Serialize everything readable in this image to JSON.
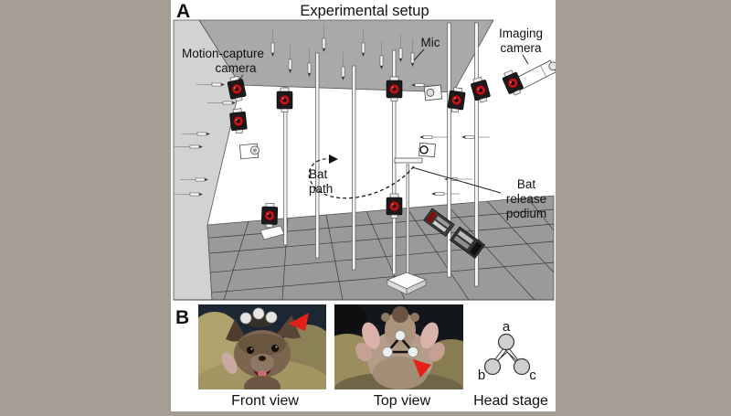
{
  "colors": {
    "page_background": "#a59c94",
    "figure_background": "#ffffff",
    "ceiling": "#a9a9a9",
    "left_wall": "#d2d2d2",
    "floor": "#9a9a9a",
    "camera_accent_red": "#c0181c",
    "arrowhead_red": "#e32119",
    "head_stage_node": "#cfcfcf"
  },
  "panel_a": {
    "label": "A",
    "title": "Experimental setup",
    "labels": {
      "motion_capture_line1": "Motion-capture",
      "motion_capture_line2": "camera",
      "mic": "Mic",
      "imaging_line1": "Imaging",
      "imaging_line2": "camera",
      "bat_path_line1": "Bat",
      "bat_path_line2": "path",
      "bat_release_line1": "Bat",
      "bat_release_line2": "release",
      "bat_release_line3": "podium"
    }
  },
  "panel_b": {
    "label": "B",
    "captions": {
      "front": "Front view",
      "top": "Top view",
      "head_stage": "Head stage"
    },
    "head_stage_nodes": {
      "a": "a",
      "b": "b",
      "c": "c"
    }
  }
}
